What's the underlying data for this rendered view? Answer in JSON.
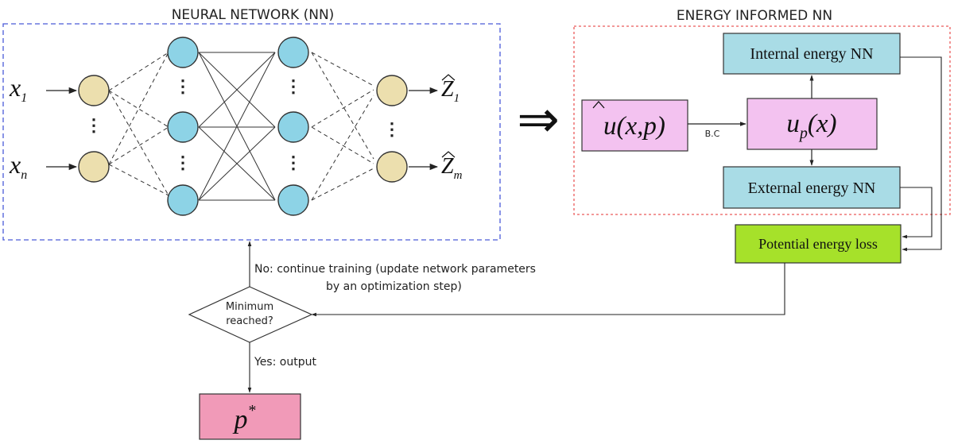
{
  "nn_panel": {
    "title": "NEURAL NETWORK (NN)",
    "input_first": "x",
    "input_first_sub": "1",
    "input_last": "x",
    "input_last_sub": "n",
    "output_first": "Z",
    "output_first_sub": "1",
    "output_last": "Z",
    "output_last_sub": "m",
    "vdots": "⋮"
  },
  "implies_arrow": "⇒",
  "energy_panel": {
    "title": "ENERGY INFORMED NN",
    "approx_box": "u(x,p)",
    "bc_label": "B.C",
    "up_box": "u",
    "up_sub": "p",
    "up_arg": "(x)",
    "internal_box": "Internal energy NN",
    "external_box": "External energy NN"
  },
  "loss_box": "Potential energy loss",
  "decision": {
    "line1": "Minimum",
    "line2": "reached?"
  },
  "no_label_line1": "No: continue training (update network parameters",
  "no_label_line2": "by an optimization step)",
  "yes_label": "Yes: output",
  "result_box": "p",
  "result_sup": "*",
  "colors": {
    "nn_border": "#4a5ad8",
    "energy_border": "#ea5a5a",
    "hidden_node": "#8dd3e6",
    "io_node": "#ecdfae",
    "pink_box": "#f3c2f0",
    "blue_box": "#a9dce6",
    "green_box": "#a6e12a",
    "result_box": "#f19ab8"
  }
}
